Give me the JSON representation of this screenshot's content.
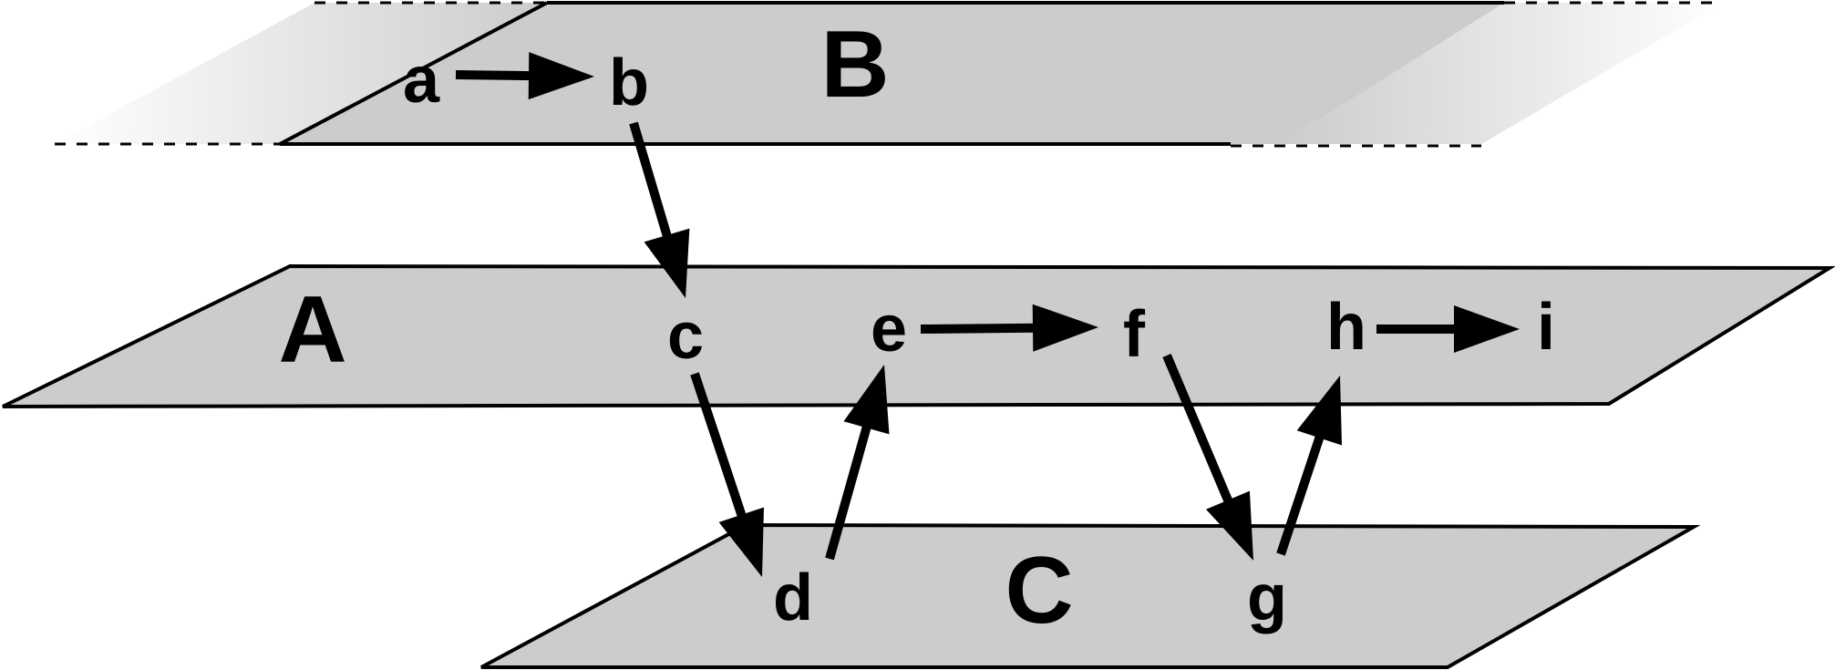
{
  "colors": {
    "plane_fill": "#cccccc",
    "stroke": "#000000",
    "background": "#ffffff"
  },
  "planes": [
    {
      "id": "B",
      "label": "B"
    },
    {
      "id": "A",
      "label": "A"
    },
    {
      "id": "C",
      "label": "C"
    }
  ],
  "nodes": [
    {
      "id": "a",
      "label": "a",
      "plane": "B"
    },
    {
      "id": "b",
      "label": "b",
      "plane": "B"
    },
    {
      "id": "c",
      "label": "c",
      "plane": "A"
    },
    {
      "id": "e",
      "label": "e",
      "plane": "A"
    },
    {
      "id": "f",
      "label": "f",
      "plane": "A"
    },
    {
      "id": "h",
      "label": "h",
      "plane": "A"
    },
    {
      "id": "i",
      "label": "i",
      "plane": "A"
    },
    {
      "id": "d",
      "label": "d",
      "plane": "C"
    },
    {
      "id": "g",
      "label": "g",
      "plane": "C"
    }
  ],
  "edges": [
    {
      "from": "a",
      "to": "b"
    },
    {
      "from": "b",
      "to": "c"
    },
    {
      "from": "c",
      "to": "d"
    },
    {
      "from": "d",
      "to": "e"
    },
    {
      "from": "e",
      "to": "f"
    },
    {
      "from": "f",
      "to": "g"
    },
    {
      "from": "g",
      "to": "h"
    },
    {
      "from": "h",
      "to": "i"
    }
  ]
}
